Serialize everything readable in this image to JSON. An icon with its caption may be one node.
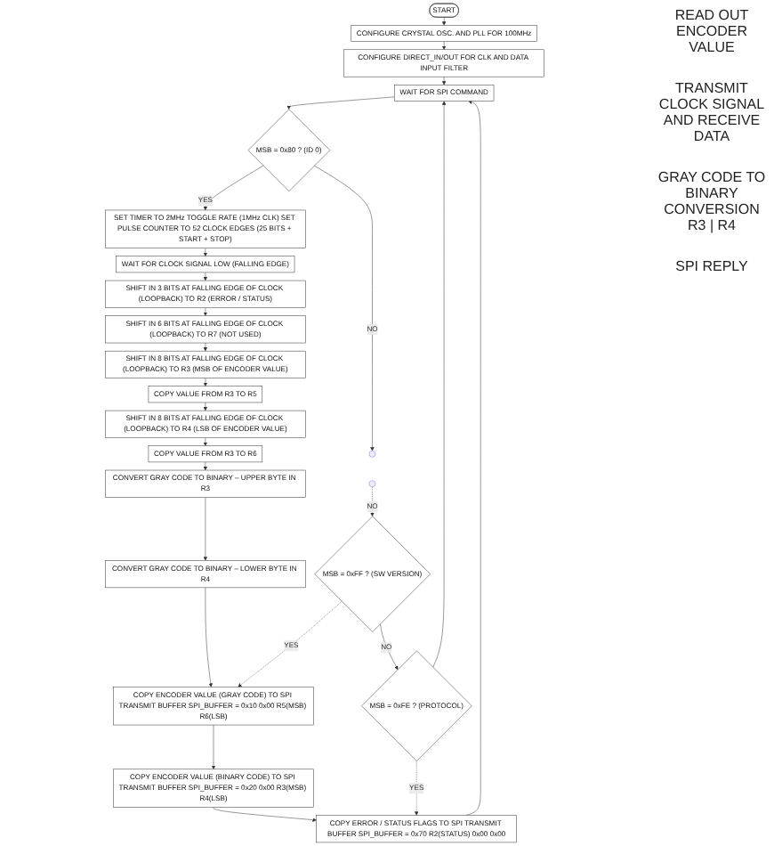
{
  "diagram": {
    "nodes": [
      {
        "text": [
          "START"
        ]
      },
      {
        "text": [
          "CONFIGURE CRYSTAL OSC. AND PLL FOR 100MHz"
        ]
      },
      {
        "text": [
          "CONFIGURE DIRECT_IN/OUT FOR CLK AND DATA INPUT FILTER"
        ]
      },
      {
        "text": [
          "WAIT FOR SPI COMMAND"
        ]
      },
      {
        "text": [
          "MSB = 0x80 ? (ID 0)"
        ]
      },
      {
        "text": [
          "SET TIMER TO 2MHz TOGGLE RATE (1MHz CLK) SET PULSE COUNTER TO 52 CLOCK EDGES (25 BITS + START + STOP)"
        ]
      },
      {
        "text": [
          "WAIT FOR CLOCK SIGNAL LOW (FALLING EDGE)"
        ]
      },
      {
        "text": [
          "SHIFT IN 3 BITS AT FALLING EDGE OF CLOCK (LOOPBACK) TO R2 (ERROR / STATUS)"
        ]
      },
      {
        "text": [
          "SHIFT IN 6 BITS AT FALLING EDGE OF CLOCK (LOOPBACK) TO R7 (NOT USED)"
        ]
      },
      {
        "text": [
          "SHIFT IN 8 BITS AT FALLING EDGE OF CLOCK (LOOPBACK) TO R3 (MSB OF ENCODER VALUE)"
        ]
      },
      {
        "text": [
          "COPY VALUE FROM R3 TO R5"
        ]
      },
      {
        "text": [
          "SHIFT IN 8 BITS AT FALLING EDGE OF CLOCK (LOOPBACK) TO R4 (LSB OF ENCODER VALUE)"
        ]
      },
      {
        "text": [
          "COPY VALUE FROM R3 TO R6"
        ]
      },
      {
        "text": [
          "CONVERT GRAY CODE TO BINARY – UPPER BYTE IN R3"
        ]
      },
      {
        "text": [
          "CONVERT GRAY CODE TO BINARY – LOWER BYTE IN R4"
        ]
      },
      {
        "text": [
          "MSB = 0xFF ? (SW VERSION)"
        ]
      },
      {
        "text": [
          "COPY ENCODER VALUE (GRAY CODE) TO SPI TRANSMIT BUFFER SPI_BUFFER = 0x10 0x00 R5(MSB) R6(LSB)"
        ]
      },
      {
        "text": [
          "MSB = 0xFE ? (PROTOCOL)"
        ]
      },
      {
        "text": [
          "COPY ENCODER VALUE (BINARY CODE) TO SPI TRANSMIT BUFFER SPI_BUFFER = 0x20 0x00 R3(MSB) R4(LSB)"
        ]
      },
      {
        "text": [
          "COPY ERROR / STATUS FLAGS TO SPI TRANSMIT BUFFER SPI_BUFFER = 0x70 R2(STATUS) 0x00 0x00"
        ]
      }
    ],
    "edges": [
      {
        "from": 0,
        "to": 1,
        "arrow": "to"
      },
      {
        "from": 1,
        "to": 2,
        "arrow": "to"
      },
      {
        "from": 2,
        "to": 3,
        "arrow": "to"
      },
      {
        "from": 3,
        "to": 4,
        "arrow": "to"
      },
      {
        "from": 4,
        "to": 5,
        "arrow": "to",
        "label": "YES"
      },
      {
        "from": 4,
        "to": null,
        "arrow": "to",
        "label": "NO"
      },
      {
        "from": 5,
        "to": 6,
        "arrow": "to"
      },
      {
        "from": 6,
        "to": 7,
        "arrow": "to"
      },
      {
        "from": 7,
        "to": 8,
        "arrow": "to"
      },
      {
        "from": 8,
        "to": 9,
        "arrow": "to"
      },
      {
        "from": 9,
        "to": 10,
        "arrow": "to"
      },
      {
        "from": 10,
        "to": 11,
        "arrow": "to"
      },
      {
        "from": 11,
        "to": 12,
        "arrow": "to"
      },
      {
        "from": 12,
        "to": 13,
        "arrow": "to"
      },
      {
        "from": 13,
        "to": 14,
        "arrow": "to"
      },
      {
        "from": 14,
        "to": 16,
        "arrow": "to"
      },
      {
        "from": null,
        "to": 15,
        "arrow": "to",
        "label": "NO",
        "style": "dashed"
      },
      {
        "from": 15,
        "to": 16,
        "arrow": "to",
        "label": "YES",
        "style": "dashed"
      },
      {
        "from": 15,
        "to": 17,
        "arrow": "to",
        "label": "NO"
      },
      {
        "from": 16,
        "to": 18,
        "arrow": "to"
      },
      {
        "from": 18,
        "to": 19,
        "arrow": "to"
      },
      {
        "from": 17,
        "to": 19,
        "arrow": "to",
        "label": "YES",
        "style": "dashed"
      },
      {
        "from": 17,
        "to": 3,
        "arrow": "to"
      },
      {
        "from": 19,
        "to": 3,
        "arrow": "to"
      }
    ],
    "labels": [
      "READ OUT ENCODER VALUE",
      "TRANSMIT CLOCK SIGNAL AND RECEIVE DATA",
      "GRAY CODE TO BINARY CONVERSION R3 | R4",
      "SPI REPLY"
    ]
  }
}
